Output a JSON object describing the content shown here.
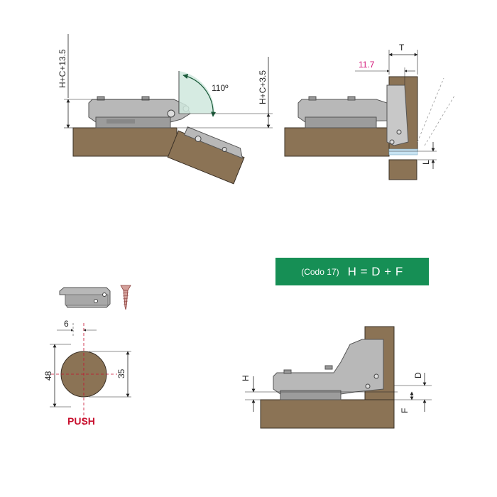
{
  "colors": {
    "wood": "#8b7355",
    "wood_edge": "#3a3026",
    "metal": "#b8b8b8",
    "metal_dark": "#7e7e7e",
    "angle_fill": "#cfe8dd",
    "banner": "#168f55",
    "glass": "#c7e3f2",
    "accent_magenta": "#d4187a",
    "push_red": "#c8102e"
  },
  "diagram1": {
    "left_dim": "H+C+13.5",
    "right_dim": "H+C+3.5",
    "angle": "110º"
  },
  "diagram2": {
    "top_dim": "T",
    "offset": "11.7",
    "right_dim": "L"
  },
  "drill": {
    "offset": "6",
    "width": "48",
    "diameter": "35",
    "push_label": "PUSH"
  },
  "formula": {
    "note": "(Codo 17)",
    "equation": "H = D + F"
  },
  "diagram3": {
    "left_dim": "H",
    "right_dim_top": "D",
    "right_dim_bottom": "F"
  },
  "icons": [
    "hinge-icon",
    "screw-icon",
    "cup-hole-icon"
  ]
}
